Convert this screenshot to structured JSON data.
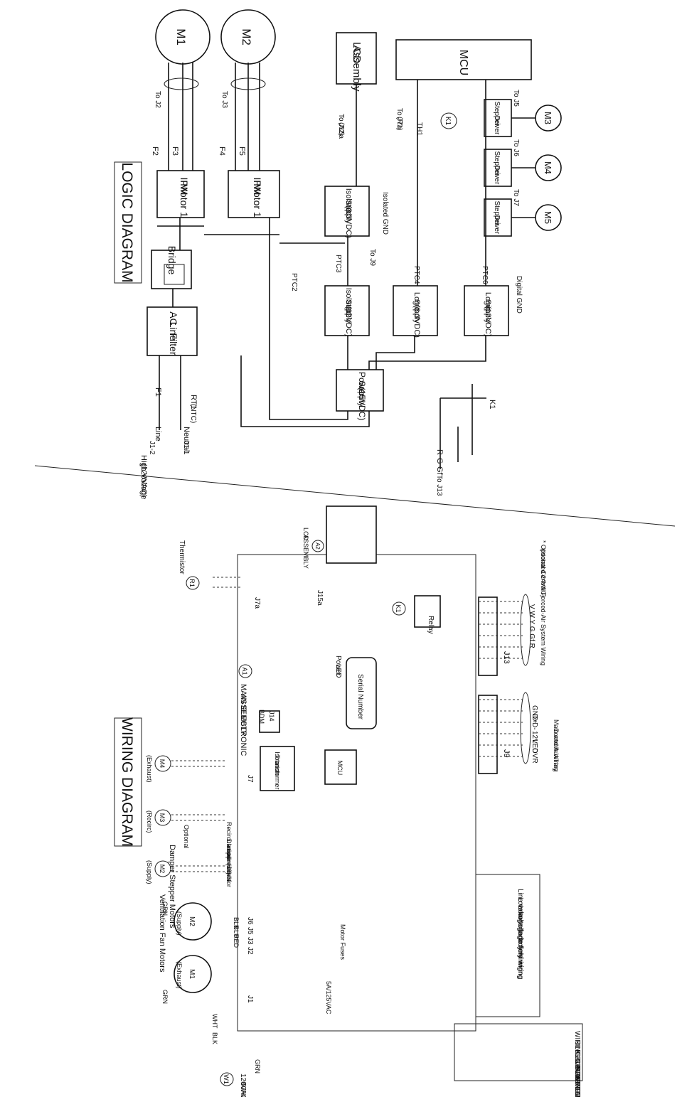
{
  "logic": {
    "title": "LOGIC DIAGRAM",
    "motors": [
      "M1",
      "M2",
      "M3",
      "M4",
      "M5"
    ],
    "to_labels": [
      "To J2",
      "To J3",
      "To J15a",
      "(A2)",
      "To J7a",
      "(R1)",
      "To J5",
      "To J6",
      "To J7",
      "To J9",
      "To J13",
      "Isolated GND",
      "Digital GND"
    ],
    "fuses": [
      "F1",
      "F2",
      "F3",
      "F4",
      "F5"
    ],
    "ptc": [
      "PTC2",
      "PTC3",
      "PTC4",
      "PTC6"
    ],
    "therm": [
      "TH1",
      "RT1",
      "(NTC)"
    ],
    "relay": "K1",
    "line": "Line",
    "neutral": "Neutral",
    "j1_2": "J1-2",
    "j1_1": "J1-1",
    "hv1": "High Voltage",
    "hv2": "(120VAC)",
    "r": "R",
    "g": "G",
    "gf": "Gf",
    "blocks": {
      "lcd": [
        "LCD",
        "Assembly"
      ],
      "mcu": "MCU",
      "filter": [
        "AC",
        "Line",
        "Filter"
      ],
      "bridge": "Bridge",
      "ipm1": [
        "IPM",
        "Motor 1"
      ],
      "ipm2": [
        "IPM",
        "Motor 1"
      ],
      "iso33": [
        "Isolated",
        "Supply",
        "(3.3VDC)"
      ],
      "iso12": [
        "Isolated",
        "Supply",
        "(12VDC)"
      ],
      "logic33": [
        "Logic",
        "Supply",
        "(3.3VDC)"
      ],
      "logic12": [
        "Logic",
        "Supply",
        "(12VDC)"
      ],
      "psu": [
        "Power",
        "Supply",
        "(15VDC)"
      ],
      "stepper": [
        "Stepper",
        "Driver"
      ]
    }
  },
  "wiring": {
    "title": "WIRING DIAGRAM",
    "vent_title": "Ventilation Fan Motors",
    "exhaust": "(Exhaust)",
    "supply": "(Supply)",
    "damper_title": "Damper Stepper Motors",
    "optional": "Optional",
    "recirc": "(Recirc)",
    "recirculation": "Recirculation",
    "damper_note": [
      "Damper (J6) is",
      "not present for",
      "all models"
    ],
    "m_labels": [
      "M1",
      "M2",
      "M2",
      "M3",
      "M4"
    ],
    "grn": "GRN",
    "blk": "BLK",
    "blu": "BLU",
    "red": "RED",
    "wht": "WHT",
    "jacks": [
      "J1",
      "J2",
      "J3",
      "J5",
      "J6",
      "J7",
      "J7a",
      "J15a",
      "J9",
      "J13",
      "J14"
    ],
    "fuse_rating": "5A/125VAC",
    "motor_fuses": "Motor Fuses",
    "thermistor": "Thermistor",
    "r1": "R1",
    "a1": "A1",
    "a2": "A2",
    "k1": "K1",
    "w1": "W1",
    "lcd_assembly": [
      "LCD",
      "ASSEMBLY"
    ],
    "main_electronic": [
      "MAIN ELECTRONIC",
      "ASSEMBLY"
    ],
    "serial": "Serial Number",
    "power_led": [
      "Power",
      "LED"
    ],
    "relay": "Relay",
    "mcu": "MCU",
    "iso_transformer": [
      "Isolation",
      "Transformer"
    ],
    "bdm": "BDM",
    "j9_pins": [
      "GND",
      "D+",
      "D-",
      "12V",
      "LED",
      "OVR"
    ],
    "j9_caption": [
      "Main and Auxiliary",
      "Controls Wiring"
    ],
    "j13_pins": "V W Y G Gf R",
    "j13_caption": [
      "* Optional Central Forced-Air System Wiring",
      "(Isolated 24VAC)"
    ],
    "power": [
      "120VAC",
      "60Hz"
    ],
    "legend_lines": [
      "Line voltage factory wiring",
      "Low voltage factory wiring",
      "Low voltage field wiring"
    ],
    "color_code_title": "WIRING COLOR CODE",
    "color_code": [
      "BLK BLACK",
      "BLU BLUE",
      "GRN GREEN",
      "RED RED",
      "WHT WHITE"
    ]
  }
}
